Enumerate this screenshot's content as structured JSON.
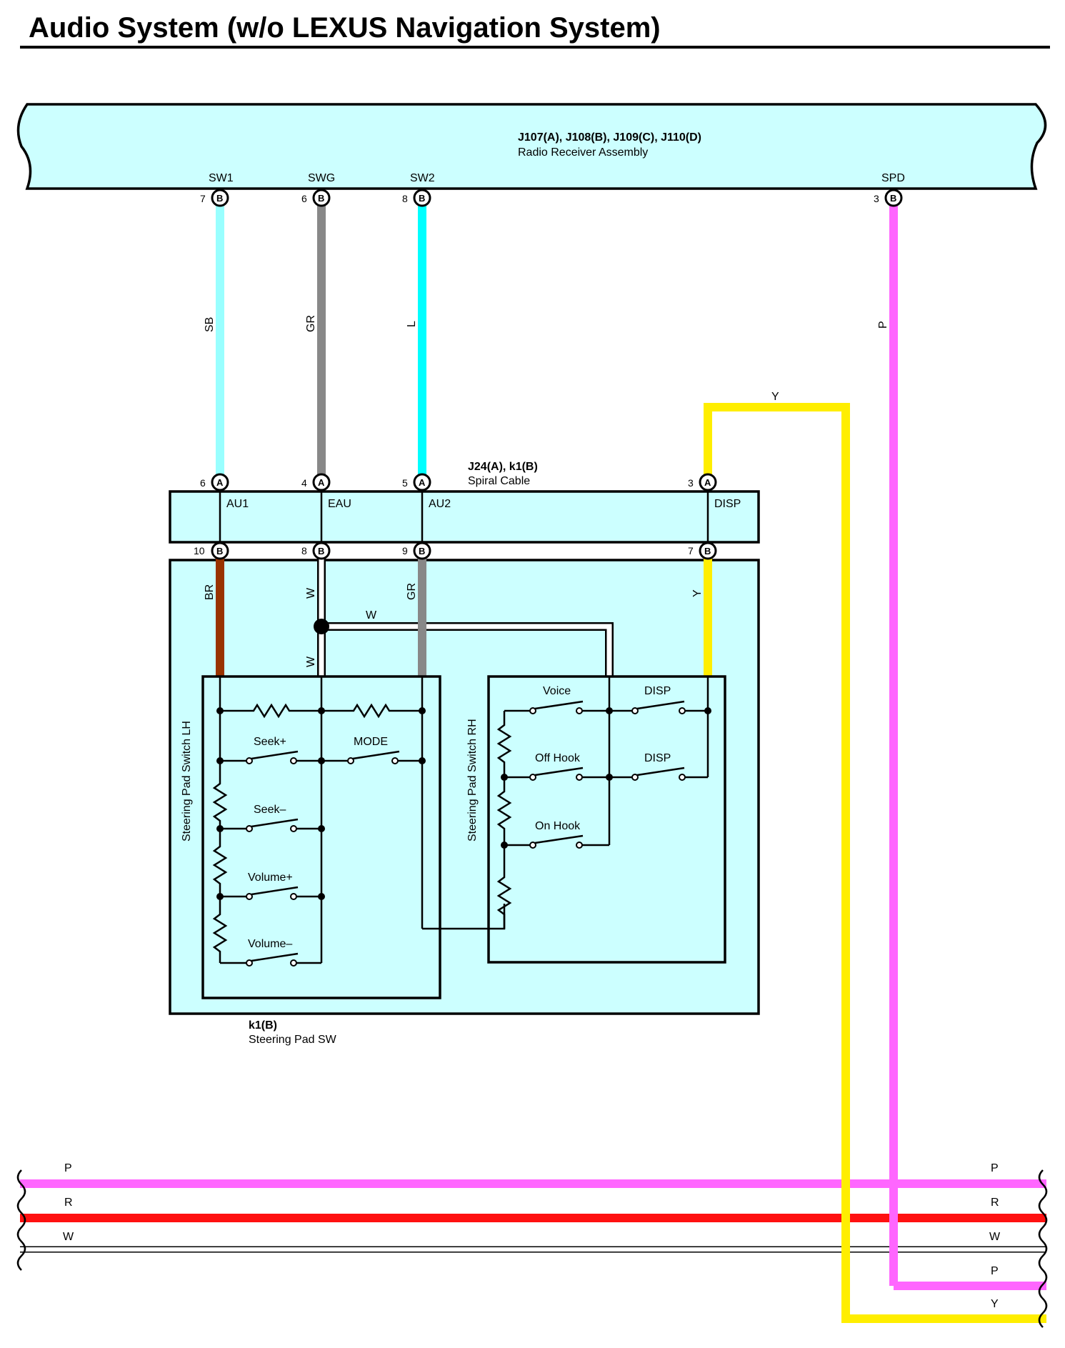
{
  "title": "Audio System (w/o LEXUS Navigation System)",
  "colors": {
    "SB": "#99ffff",
    "GR": "#888888",
    "L": "#00ffff",
    "P": "#ff66ff",
    "Y": "#ffee00",
    "BR": "#993300",
    "R": "#ff1111",
    "W": "#ffffff",
    "box_fill": "#ccffff"
  },
  "components": {
    "receiver": {
      "code": "J107(A), J108(B), J109(C), J110(D)",
      "name": "Radio Receiver Assembly"
    },
    "spiral": {
      "code": "J24(A), k1(B)",
      "name": "Spiral Cable"
    },
    "steering": {
      "code": "k1(B)",
      "name": "Steering Pad SW"
    },
    "lh": {
      "name": "Steering Pad Switch LH"
    },
    "rh": {
      "name": "Steering Pad Switch RH"
    }
  },
  "receiver_pins": [
    {
      "name": "SW1",
      "pin": "7",
      "conn": "B"
    },
    {
      "name": "SWG",
      "pin": "6",
      "conn": "B"
    },
    {
      "name": "SW2",
      "pin": "8",
      "conn": "B"
    },
    {
      "name": "SPD",
      "pin": "3",
      "conn": "B"
    }
  ],
  "spiral_top_pins": [
    {
      "name": "AU1",
      "pin": "6",
      "conn": "A"
    },
    {
      "name": "EAU",
      "pin": "4",
      "conn": "A"
    },
    {
      "name": "AU2",
      "pin": "5",
      "conn": "A"
    },
    {
      "name": "DISP",
      "pin": "3",
      "conn": "A"
    }
  ],
  "spiral_bottom_pins": [
    {
      "pin": "10",
      "conn": "B"
    },
    {
      "pin": "8",
      "conn": "B"
    },
    {
      "pin": "9",
      "conn": "B"
    },
    {
      "pin": "7",
      "conn": "B"
    }
  ],
  "wires_upper": [
    "SB",
    "GR",
    "L",
    "P",
    "Y"
  ],
  "wires_lower": [
    "BR",
    "W",
    "W",
    "W",
    "GR",
    "Y"
  ],
  "lh_switches": [
    "Seek+",
    "MODE",
    "Seek–",
    "Volume+",
    "Volume–"
  ],
  "rh_switches": [
    "Voice",
    "DISP",
    "Off Hook",
    "DISP",
    "On Hook"
  ],
  "bus_left": [
    "P",
    "R",
    "W"
  ],
  "bus_right": [
    "P",
    "R",
    "W",
    "P",
    "Y"
  ]
}
